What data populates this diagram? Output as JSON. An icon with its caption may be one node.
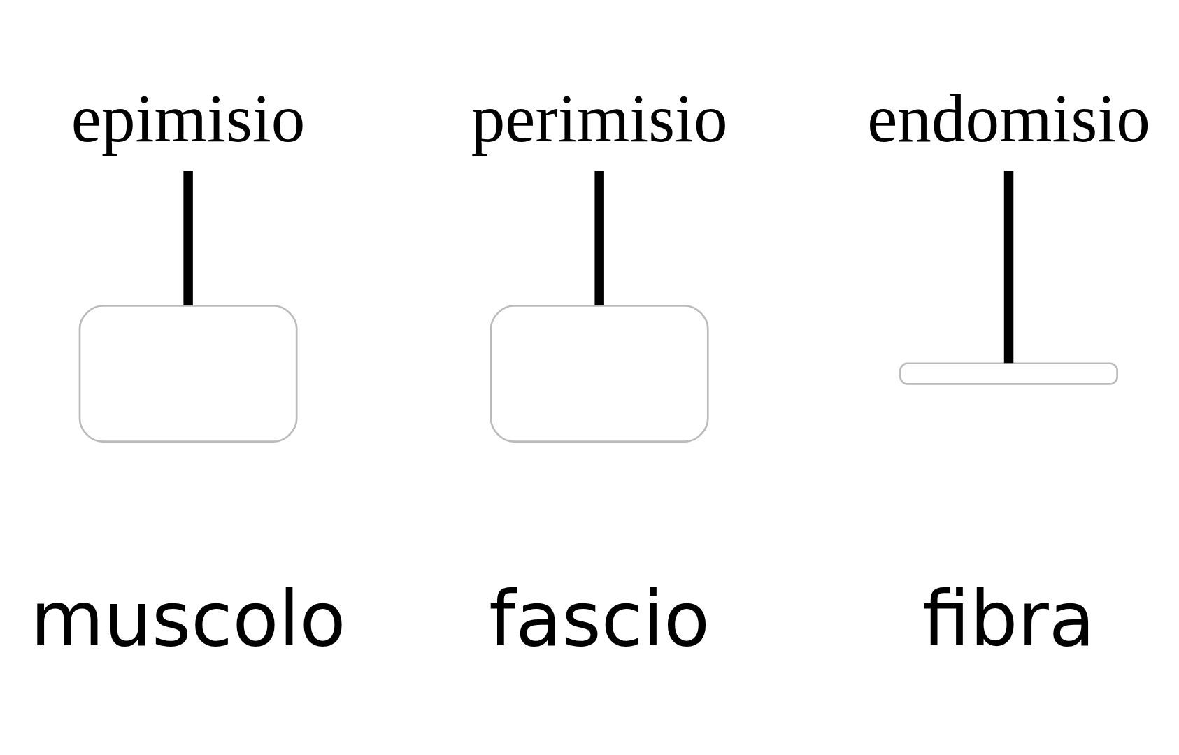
{
  "diagram": {
    "nodes": [
      {
        "text": [
          "epimisio"
        ]
      },
      {
        "text": [
          "perimisio"
        ]
      },
      {
        "text": [
          "endomisio"
        ]
      },
      {
        "text": [],
        "shape": "box"
      },
      {
        "text": [],
        "shape": "box"
      },
      {
        "text": [],
        "shape": "bar"
      }
    ],
    "edges": [
      {
        "from": 0,
        "to": 3,
        "arrow": "none"
      },
      {
        "from": 1,
        "to": 4,
        "arrow": "none"
      },
      {
        "from": 2,
        "to": 5,
        "arrow": "none"
      }
    ],
    "labels": [
      "fibra",
      "fascio",
      "muscolo"
    ]
  }
}
